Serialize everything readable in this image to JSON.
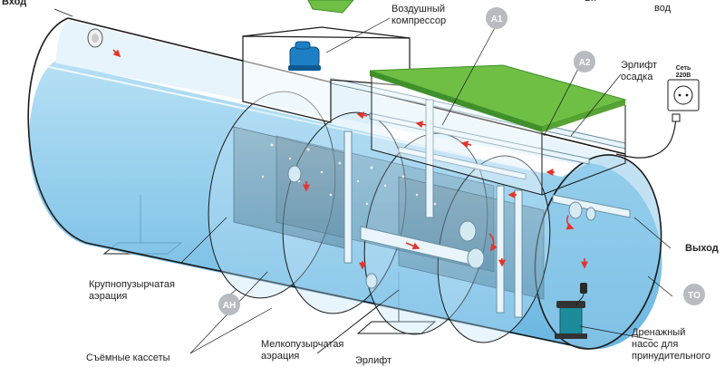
{
  "labels": {
    "inlet": "Вход",
    "outlet": "Выход",
    "compressor": [
      "Воздушный",
      "компрессор"
    ],
    "airlift_sediment": [
      "Эрлифт",
      "осадка"
    ],
    "socket": [
      "Сеть",
      "220В"
    ],
    "coarse_aeration": [
      "Крупнопузырчатая",
      "аэрация"
    ],
    "fine_aeration": [
      "Мелкопузырчатая",
      "аэрация"
    ],
    "removable_cassettes": "Съёмные кассеты",
    "airlift_bottom": "Эрлифт",
    "drain_pump": [
      "Дренажный",
      "насос для",
      "принудительного"
    ],
    "top_right_1": "вод",
    "top_right_2": "Вх"
  },
  "badges": {
    "a1": "A1",
    "a2": "A2",
    "ah": "AH",
    "to": "TO"
  },
  "colors": {
    "tank_outline": "#1a1a1a",
    "water_light": "#cfe9f7",
    "water_mid": "#9fd3ef",
    "water_dark": "#5fb3df",
    "lid_green": "#6fbf45",
    "lid_green_dark": "#3f8f2a",
    "badge_gray": "#b8bcc0",
    "arrow_red": "#e2352b",
    "cassette_gray": "#8fa8b4",
    "compressor_blue": "#1f7fc4",
    "pump_teal": "#1c8c9a"
  }
}
